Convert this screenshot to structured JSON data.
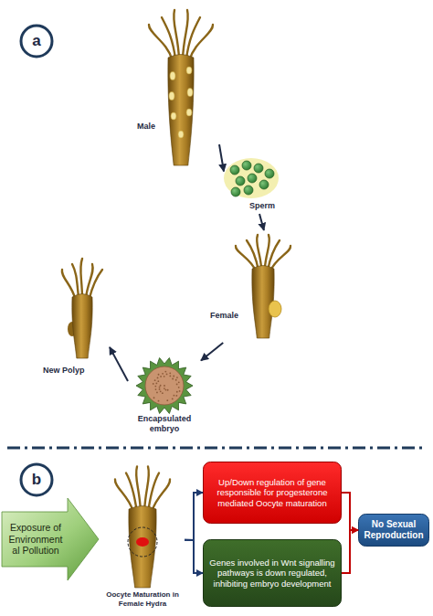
{
  "diagram": {
    "nodes": [
      {
        "text": [
          "a"
        ]
      },
      {
        "text": [
          "Male"
        ]
      },
      {
        "text": [
          "Sperm"
        ]
      },
      {
        "text": [
          "Female"
        ]
      },
      {
        "text": [
          "Encapsulated embryo"
        ]
      },
      {
        "text": [
          "New Polyp"
        ]
      },
      {
        "text": [
          "b"
        ]
      },
      {
        "text": [
          "Exposure of Environment al Pollution"
        ]
      },
      {
        "text": [
          "Oocyte Maturation in Female Hydra"
        ]
      },
      {
        "text": [
          "Up/Down regulation of gene responsible for progesterone mediated Oocyte maturation"
        ]
      },
      {
        "text": [
          "Genes involved in Wnt signalling pathways is down regulated, inhibiting embryo development"
        ]
      },
      {
        "text": [
          "No Sexual Reproduction"
        ]
      }
    ],
    "edges": [
      {
        "from": 1,
        "to": 2,
        "arrow": "to"
      },
      {
        "from": 2,
        "to": 3,
        "arrow": "to"
      },
      {
        "from": 3,
        "to": 4,
        "arrow": "to"
      },
      {
        "from": 4,
        "to": 5,
        "arrow": "to"
      },
      {
        "from": 8,
        "to": 9,
        "arrow": "to"
      },
      {
        "from": 8,
        "to": 10,
        "arrow": "to"
      },
      {
        "from": 9,
        "to": 11,
        "arrow": "to"
      },
      {
        "from": 10,
        "to": 11,
        "arrow": "to"
      }
    ]
  }
}
